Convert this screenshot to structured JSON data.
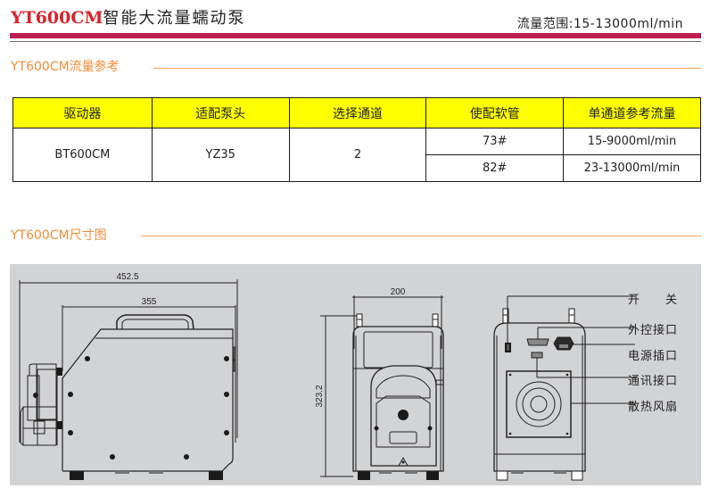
{
  "header": {
    "model": "YT600CM",
    "product_name": "智能大流量蠕动泵",
    "flow_range": "流量范围:15-13000ml/min",
    "accent_color": "#be1e50",
    "model_color": "#d8232a"
  },
  "flow_section": {
    "title": "YT600CM流量参考",
    "table": {
      "headers": [
        "驱动器",
        "适配泵头",
        "选择通道",
        "使配软管",
        "单通道参考流量"
      ],
      "driver": "BT600CM",
      "pump_head": "YZ35",
      "channels": "2",
      "rows": [
        {
          "tube": "73#",
          "flow": "15-9000ml/min"
        },
        {
          "tube": "82#",
          "flow": "23-13000ml/min"
        }
      ]
    }
  },
  "dimension_section": {
    "title": "YT600CM尺寸图",
    "side_view": {
      "overall_length": "452.5",
      "body_length": "355"
    },
    "front_view": {
      "width": "200",
      "height": "323.2"
    },
    "rear_view": {
      "callouts": [
        "开　　关",
        "外控接口",
        "电源插口",
        "通讯接口",
        "散热风扇"
      ]
    }
  }
}
